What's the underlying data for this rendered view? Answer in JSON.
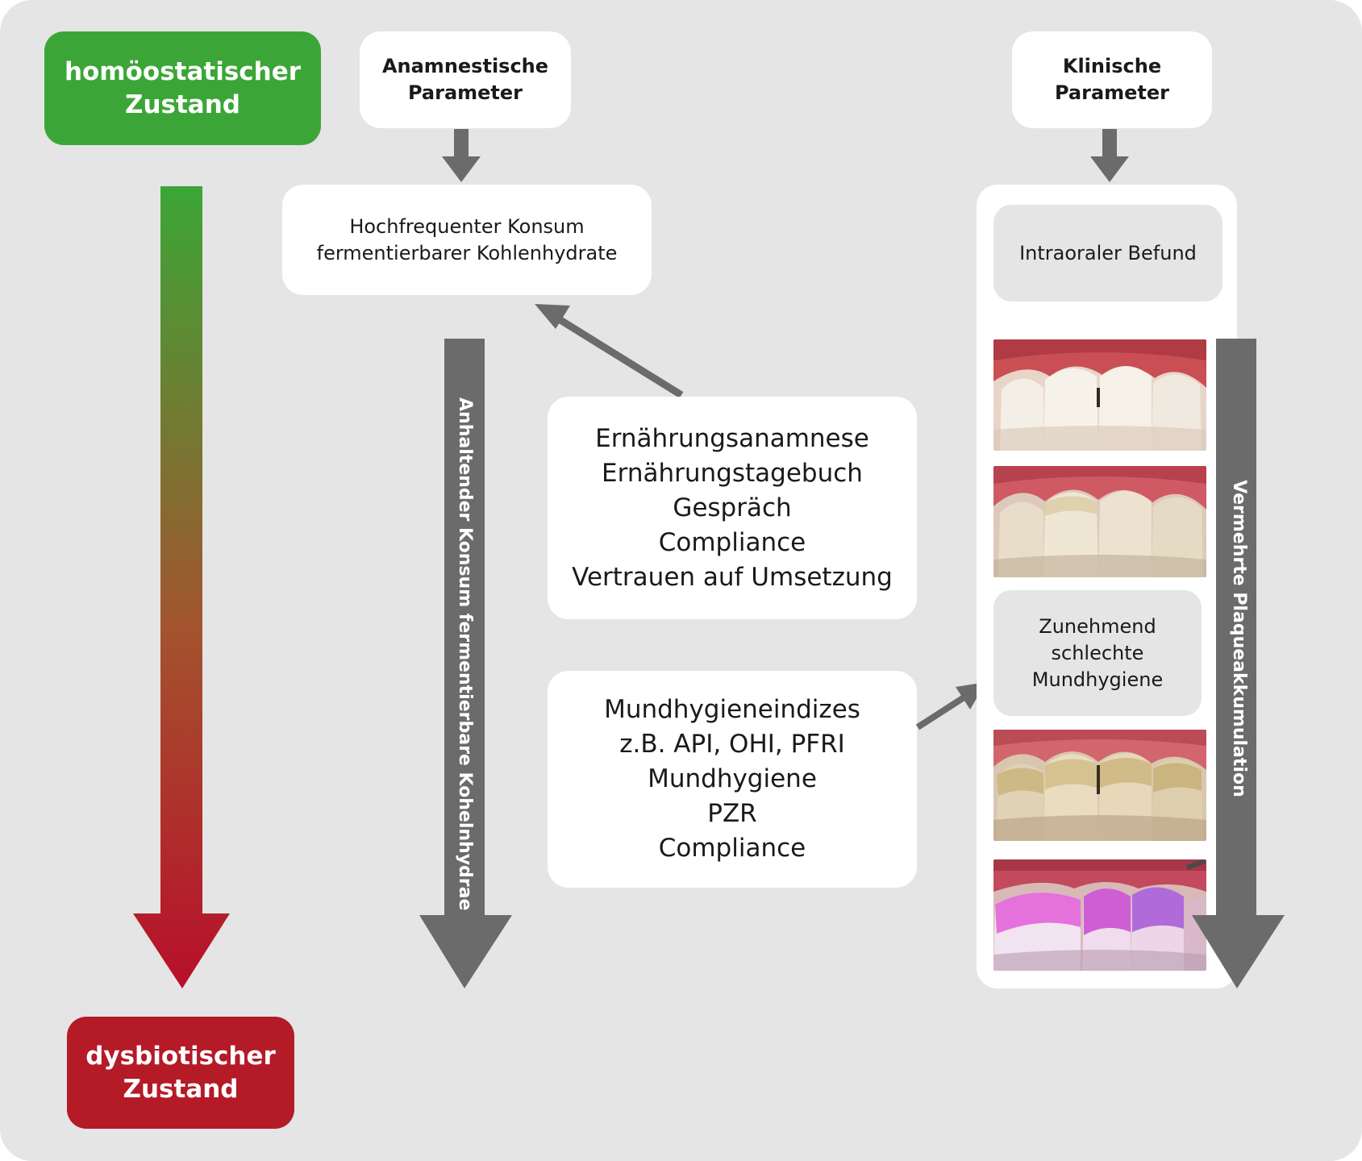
{
  "colors": {
    "healthy": "#3ba637",
    "disease": "#b51a27",
    "arrow_grey": "#6b6b6b",
    "background": "#e5e5e5"
  },
  "states": {
    "top": [
      "homöostatischer",
      "Zustand"
    ],
    "bottom": [
      "dysbiotischer",
      "Zustand"
    ]
  },
  "anamnestic": {
    "header": [
      "Anamnestische",
      "Parameter"
    ],
    "consumption": [
      "Hochfrequenter Konsum",
      "fermentierbarer Kohlenhydrate"
    ],
    "arrow_label": "Anhaltender Konsum fermentierbare Kohelnhydrae",
    "methods": [
      "Ernährungsanamnese",
      "Ernährungstagebuch",
      "Gespräch",
      "Compliance",
      "Vertrauen auf Umsetzung"
    ]
  },
  "hygiene": {
    "methods": [
      "Mundhygieneindizes",
      "z.B. API, OHI, PFRI",
      "Mundhygiene",
      "PZR",
      "Compliance"
    ]
  },
  "clinical": {
    "header": [
      "Klinische",
      "Parameter"
    ],
    "finding": "Intraoraler Befund",
    "hygiene_label": [
      "Zunehmend",
      "schlechte",
      "Mundhygiene"
    ],
    "arrow_label": "Vermehrte Plaqueakkumulation"
  },
  "photos": [
    {
      "name": "teeth-photo-clean",
      "icon": "teeth-clean"
    },
    {
      "name": "teeth-photo-mild-plaque",
      "icon": "teeth-mild"
    },
    {
      "name": "teeth-photo-heavy-plaque",
      "icon": "teeth-heavy"
    },
    {
      "name": "teeth-photo-disclosed-plaque",
      "icon": "teeth-disclosed"
    }
  ]
}
